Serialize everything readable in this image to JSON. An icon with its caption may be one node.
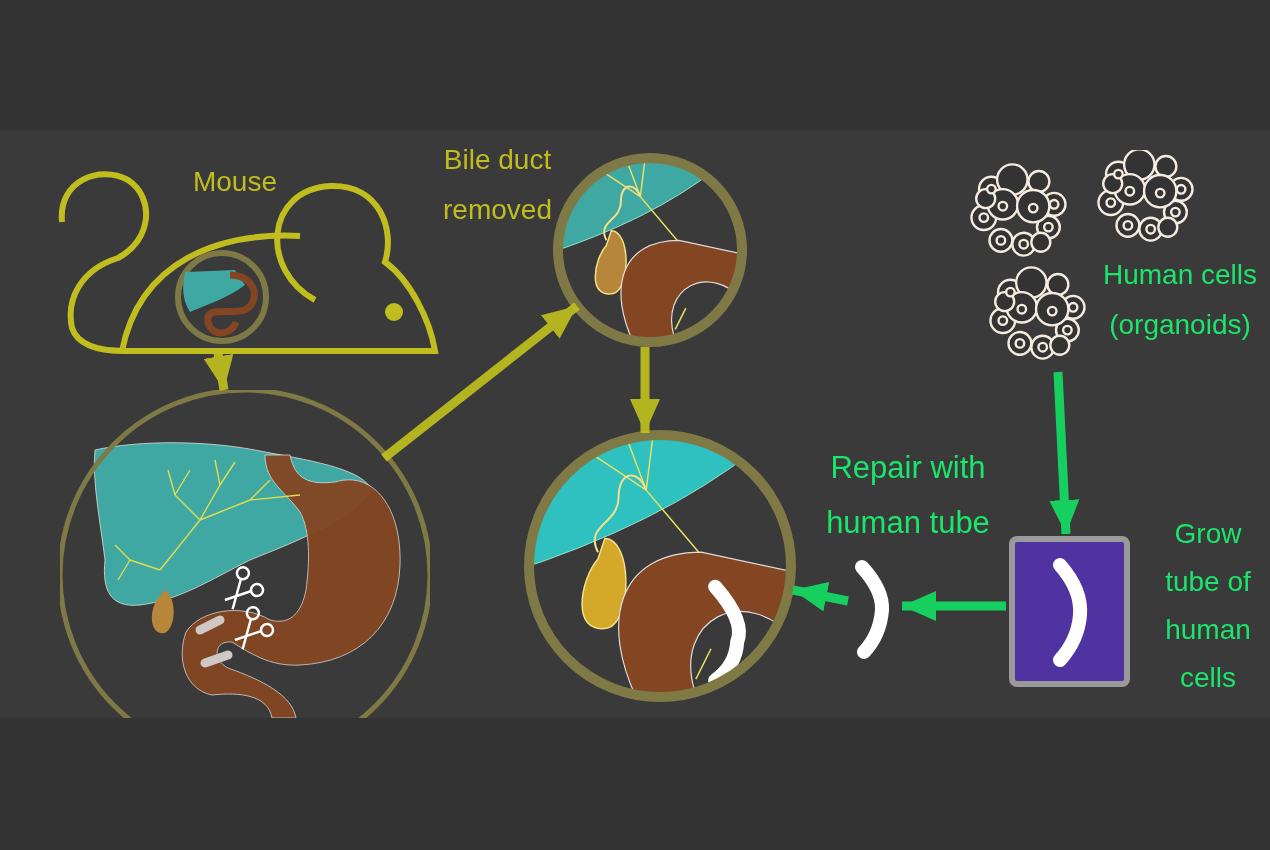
{
  "diagram": {
    "nodes": [
      {
        "text": [
          "Mouse"
        ]
      },
      {
        "text": [],
        "shape": "circle"
      },
      {
        "text": [
          "Bile duct removed"
        ]
      },
      {
        "text": [],
        "shape": "circle"
      },
      {
        "text": [
          "Human cells (organoids)"
        ]
      },
      {
        "text": [],
        "shape": "box",
        "beside": [
          "Grow tube of human cells"
        ]
      },
      {
        "text": [],
        "shape": "picture"
      }
    ],
    "labels": [
      "Repair with human tube"
    ],
    "edges": [
      {
        "from": 0,
        "to": 1,
        "arrow": "to",
        "color": "#c2c21e"
      },
      {
        "from": 1,
        "to": 2,
        "arrow": "to",
        "color": "#c2c21e"
      },
      {
        "from": 2,
        "to": 3,
        "arrow": "to",
        "color": "#c2c21e"
      },
      {
        "from": 4,
        "to": 5,
        "arrow": "to",
        "color": "#14e064"
      },
      {
        "from": 5,
        "to": 6,
        "arrow": "to",
        "color": "#14e064"
      },
      {
        "from": 6,
        "to": 3,
        "arrow": "to",
        "color": "#14e064"
      }
    ]
  }
}
